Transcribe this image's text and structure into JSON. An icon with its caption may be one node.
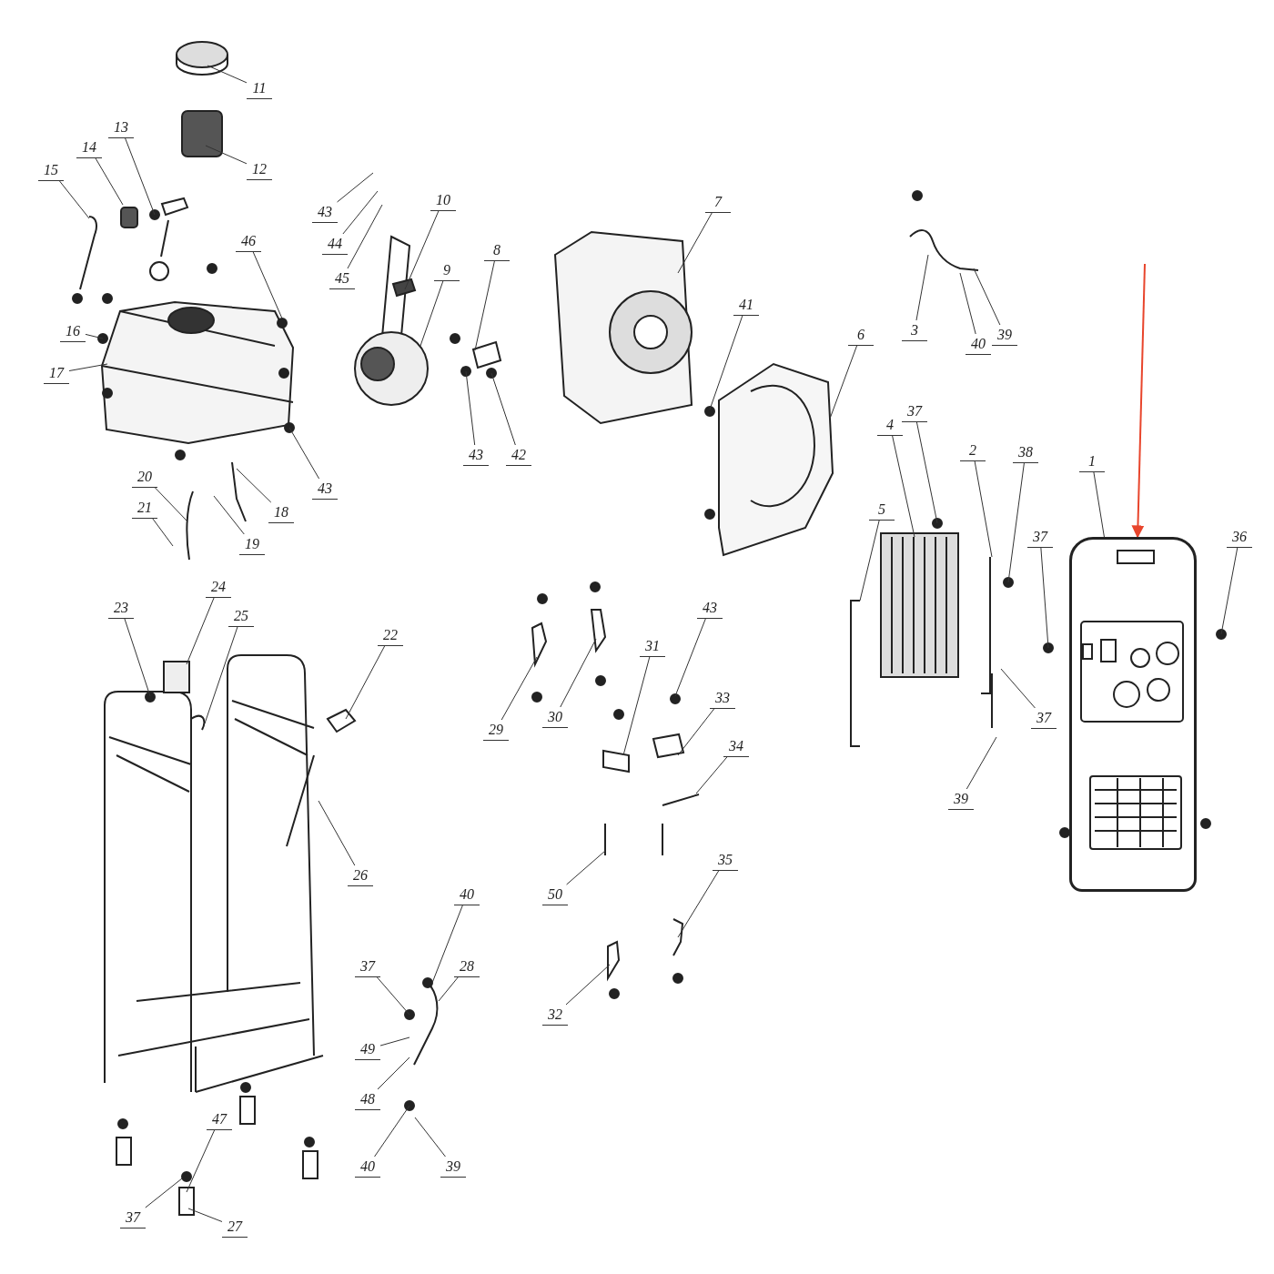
{
  "diagram": {
    "nodes": [
      {
        "text": [
          "11"
        ]
      },
      {
        "text": [
          "12"
        ]
      },
      {
        "text": [
          "13"
        ]
      },
      {
        "text": [
          "14"
        ]
      },
      {
        "text": [
          "15"
        ]
      },
      {
        "text": [
          "16"
        ]
      },
      {
        "text": [
          "17"
        ]
      },
      {
        "text": [
          "46"
        ]
      },
      {
        "text": [
          "43"
        ]
      },
      {
        "text": [
          "20"
        ]
      },
      {
        "text": [
          "21"
        ]
      },
      {
        "text": [
          "19"
        ]
      },
      {
        "text": [
          "18"
        ]
      },
      {
        "text": [
          "43"
        ]
      },
      {
        "text": [
          "44"
        ]
      },
      {
        "text": [
          "45"
        ]
      },
      {
        "text": [
          "10"
        ]
      },
      {
        "text": [
          "9"
        ]
      },
      {
        "text": [
          "8"
        ]
      },
      {
        "text": [
          "43"
        ]
      },
      {
        "text": [
          "42"
        ]
      },
      {
        "text": [
          "7"
        ]
      },
      {
        "text": [
          "41"
        ]
      },
      {
        "text": [
          "6"
        ]
      },
      {
        "text": [
          "3"
        ]
      },
      {
        "text": [
          "40"
        ]
      },
      {
        "text": [
          "39"
        ]
      },
      {
        "text": [
          "37"
        ]
      },
      {
        "text": [
          "4"
        ]
      },
      {
        "text": [
          "2"
        ]
      },
      {
        "text": [
          "38"
        ]
      },
      {
        "text": [
          "5"
        ]
      },
      {
        "text": [
          "1"
        ]
      },
      {
        "text": [
          "37"
        ]
      },
      {
        "text": [
          "36"
        ]
      },
      {
        "text": [
          "37"
        ]
      },
      {
        "text": [
          "39"
        ]
      },
      {
        "text": [
          "23"
        ]
      },
      {
        "text": [
          "24"
        ]
      },
      {
        "text": [
          "25"
        ]
      },
      {
        "text": [
          "22"
        ]
      },
      {
        "text": [
          "26"
        ]
      },
      {
        "text": [
          "29"
        ]
      },
      {
        "text": [
          "30"
        ]
      },
      {
        "text": [
          "31"
        ]
      },
      {
        "text": [
          "43"
        ]
      },
      {
        "text": [
          "33"
        ]
      },
      {
        "text": [
          "34"
        ]
      },
      {
        "text": [
          "50"
        ]
      },
      {
        "text": [
          "35"
        ]
      },
      {
        "text": [
          "32"
        ]
      },
      {
        "text": [
          "40"
        ]
      },
      {
        "text": [
          "28"
        ]
      },
      {
        "text": [
          "37"
        ]
      },
      {
        "text": [
          "49"
        ]
      },
      {
        "text": [
          "48"
        ]
      },
      {
        "text": [
          "40"
        ]
      },
      {
        "text": [
          "39"
        ]
      },
      {
        "text": [
          "47"
        ]
      },
      {
        "text": [
          "37"
        ]
      },
      {
        "text": [
          "27"
        ]
      },
      {
        "text": [],
        "shape": "picture"
      }
    ],
    "edges": [
      {
        "from": 0,
        "to": null,
        "arrow": "none"
      },
      {
        "from": 1,
        "to": null,
        "arrow": "none"
      },
      {
        "from": 2,
        "to": null,
        "arrow": "none"
      },
      {
        "from": 3,
        "to": null,
        "arrow": "none"
      },
      {
        "from": 4,
        "to": null,
        "arrow": "none"
      },
      {
        "from": 5,
        "to": null,
        "arrow": "none"
      },
      {
        "from": 6,
        "to": null,
        "arrow": "none"
      },
      {
        "from": 7,
        "to": null,
        "arrow": "none"
      },
      {
        "from": 8,
        "to": null,
        "arrow": "none"
      },
      {
        "from": 9,
        "to": null,
        "arrow": "none"
      },
      {
        "from": 10,
        "to": null,
        "arrow": "none"
      },
      {
        "from": 11,
        "to": null,
        "arrow": "none"
      },
      {
        "from": 12,
        "to": null,
        "arrow": "none"
      },
      {
        "from": 13,
        "to": null,
        "arrow": "none"
      },
      {
        "from": 14,
        "to": null,
        "arrow": "none"
      },
      {
        "from": 15,
        "to": null,
        "arrow": "none"
      },
      {
        "from": 16,
        "to": null,
        "arrow": "none"
      },
      {
        "from": 17,
        "to": null,
        "arrow": "none"
      },
      {
        "from": 18,
        "to": null,
        "arrow": "none"
      },
      {
        "from": 19,
        "to": null,
        "arrow": "none"
      },
      {
        "from": 20,
        "to": null,
        "arrow": "none"
      },
      {
        "from": 21,
        "to": null,
        "arrow": "none"
      },
      {
        "from": 22,
        "to": null,
        "arrow": "none"
      },
      {
        "from": 23,
        "to": null,
        "arrow": "none"
      },
      {
        "from": 24,
        "to": null,
        "arrow": "none"
      },
      {
        "from": 25,
        "to": null,
        "arrow": "none"
      },
      {
        "from": 26,
        "to": null,
        "arrow": "none"
      },
      {
        "from": 27,
        "to": null,
        "arrow": "none"
      },
      {
        "from": 28,
        "to": null,
        "arrow": "none"
      },
      {
        "from": 29,
        "to": null,
        "arrow": "none"
      },
      {
        "from": 30,
        "to": null,
        "arrow": "none"
      },
      {
        "from": 31,
        "to": null,
        "arrow": "none"
      },
      {
        "from": 32,
        "to": 61,
        "arrow": "none"
      },
      {
        "from": 33,
        "to": null,
        "arrow": "none"
      },
      {
        "from": 34,
        "to": null,
        "arrow": "none"
      },
      {
        "from": 35,
        "to": null,
        "arrow": "none"
      },
      {
        "from": 36,
        "to": null,
        "arrow": "none"
      },
      {
        "from": 37,
        "to": null,
        "arrow": "none"
      },
      {
        "from": 38,
        "to": null,
        "arrow": "none"
      },
      {
        "from": 39,
        "to": null,
        "arrow": "none"
      },
      {
        "from": 40,
        "to": null,
        "arrow": "none"
      },
      {
        "from": 41,
        "to": null,
        "arrow": "none"
      },
      {
        "from": 42,
        "to": null,
        "arrow": "none"
      },
      {
        "from": 43,
        "to": null,
        "arrow": "none"
      },
      {
        "from": 44,
        "to": null,
        "arrow": "none"
      },
      {
        "from": 45,
        "to": null,
        "arrow": "none"
      },
      {
        "from": 46,
        "to": null,
        "arrow": "none"
      },
      {
        "from": 47,
        "to": null,
        "arrow": "none"
      },
      {
        "from": 48,
        "to": null,
        "arrow": "none"
      },
      {
        "from": 49,
        "to": null,
        "arrow": "none"
      },
      {
        "from": 50,
        "to": null,
        "arrow": "none"
      },
      {
        "from": 51,
        "to": null,
        "arrow": "none"
      },
      {
        "from": 52,
        "to": null,
        "arrow": "none"
      },
      {
        "from": 53,
        "to": null,
        "arrow": "none"
      },
      {
        "from": 54,
        "to": null,
        "arrow": "none"
      },
      {
        "from": 55,
        "to": null,
        "arrow": "none"
      },
      {
        "from": 56,
        "to": null,
        "arrow": "none"
      },
      {
        "from": 57,
        "to": null,
        "arrow": "none"
      },
      {
        "from": 58,
        "to": null,
        "arrow": "none"
      },
      {
        "from": 59,
        "to": null,
        "arrow": "none"
      },
      {
        "from": 60,
        "to": null,
        "arrow": "none"
      },
      {
        "from": null,
        "to": 61,
        "arrow": "to",
        "color": "#e8452c"
      }
    ]
  }
}
